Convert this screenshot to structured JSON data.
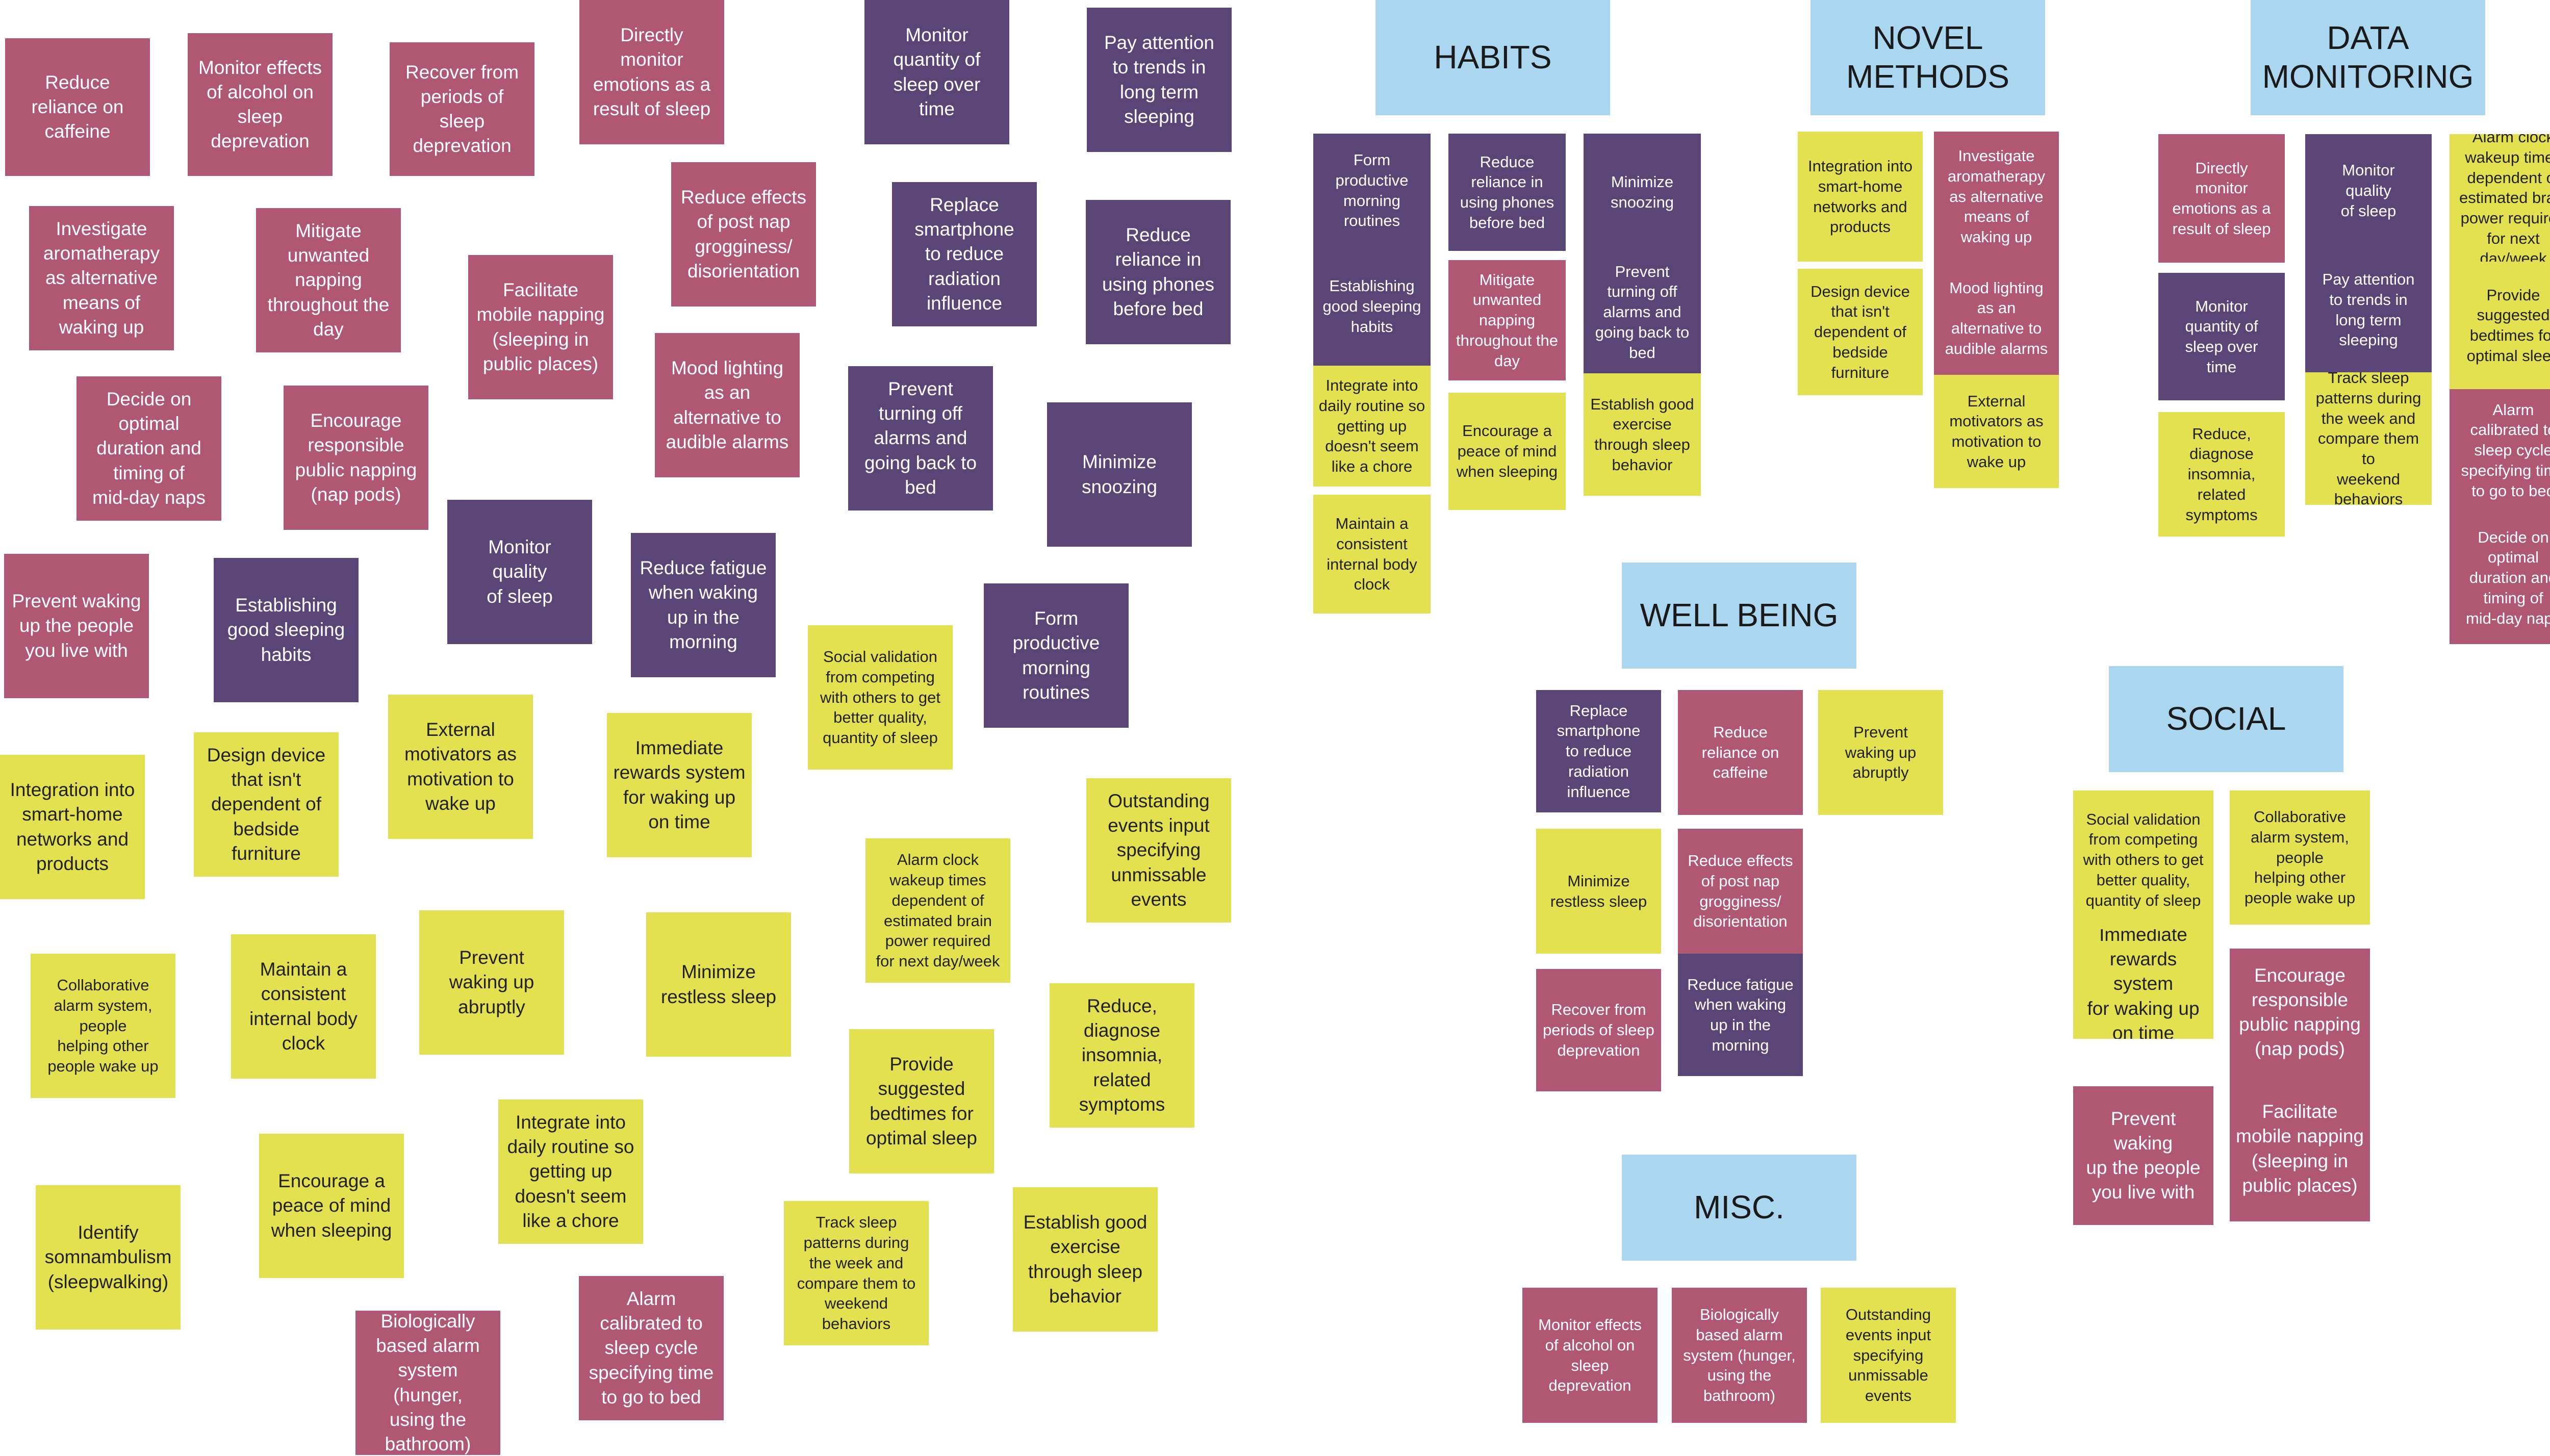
{
  "colors": {
    "pink": "#b05873",
    "purple": "#5a4577",
    "yellow": "#e4e150",
    "header": "#abd6ef"
  },
  "unsorted_notes": [
    "Reduce\nreliance on\ncaffeine",
    "Monitor effects\nof alcohol on\nsleep\ndeprevation",
    "Recover from\nperiods of sleep\ndeprevation",
    "Directly\nmonitor\nemotions as a\nresult of sleep",
    "Monitor\nquantity of\nsleep over\ntime",
    "Pay attention\nto trends in\nlong term\nsleeping",
    "Investigate\naromatherapy\nas alternative\nmeans of\nwaking up",
    "Mitigate\nunwanted\nnapping\nthroughout the\nday",
    "Facilitate\nmobile napping\n(sleeping in\npublic places)",
    "Reduce effects\nof post nap\ngrogginess/\ndisorientation",
    "Replace\nsmartphone\nto reduce\nradiation\ninfluence",
    "Reduce\nreliance in\nusing phones\nbefore bed",
    "Decide on\noptimal\nduration and\ntiming of\nmid-day naps",
    "Encourage\nresponsible\npublic napping\n(nap pods)",
    "Mood lighting\nas an\nalternative to\naudible alarms",
    "Prevent\nturning off\nalarms and\ngoing back to\nbed",
    "Minimize\nsnoozing",
    "Monitor\nquality\nof sleep",
    "Reduce fatigue\nwhen waking\nup in the\nmorning",
    "Prevent waking\nup the people\nyou live with",
    "Establishing\ngood sleeping\nhabits",
    "Form\nproductive\nmorning\nroutines",
    "Social validation\nfrom competing\nwith others to get\nbetter quality,\nquantity of sleep",
    "External\nmotivators as\nmotivation to\nwake up",
    "Immediate\nrewards system\nfor waking up\non time",
    "Outstanding\nevents input\nspecifying\nunmissable\nevents",
    "Integration into\nsmart-home\nnetworks and\nproducts",
    "Design device\nthat isn't\ndependent of\nbedside\nfurniture",
    "Alarm clock\nwakeup times\ndependent of\nestimated brain\npower required\nfor next day/week",
    "Collaborative\nalarm system,\npeople\nhelping other\npeople wake up",
    "Maintain a\nconsistent\ninternal body\nclock",
    "Prevent\nwaking up\nabruptly",
    "Minimize\nrestless sleep",
    "Provide\nsuggested\nbedtimes for\noptimal sleep",
    "Reduce,\ndiagnose\ninsomnia,\nrelated\nsymptoms",
    "Integrate into\ndaily routine so\ngetting up\ndoesn't seem\nlike a chore",
    "Encourage a\npeace of mind\nwhen sleeping",
    "Identify\nsomnambulism\n(sleepwalking)",
    "Track sleep\npatterns during\nthe week and\ncompare them to\nweekend\nbehaviors",
    "Establish good\nexercise\nthrough sleep\nbehavior",
    "Alarm\ncalibrated to\nsleep cycle\nspecifying time\nto go to bed",
    "Biologically\nbased alarm\nsystem (hunger,\nusing the\nbathroom)"
  ],
  "categories": {
    "habits": {
      "title": "HABITS",
      "notes": [
        "Form\nproductive\nmorning\nroutines",
        "Establishing\ngood sleeping\nhabits",
        "Integrate into\ndaily routine so\ngetting up\ndoesn't seem\nlike a chore",
        "Maintain a\nconsistent\ninternal body\nclock",
        "Reduce\nreliance in\nusing phones\nbefore bed",
        "Mitigate\nunwanted\nnapping\nthroughout the\nday",
        "Encourage a\npeace of mind\nwhen sleeping",
        "Minimize\nsnoozing",
        "Prevent\nturning off\nalarms and\ngoing back to\nbed",
        "Establish good\nexercise\nthrough sleep\nbehavior"
      ]
    },
    "novel_methods": {
      "title": "NOVEL\nMETHODS",
      "notes": [
        "Integration into\nsmart-home\nnetworks and\nproducts",
        "Design device\nthat isn't\ndependent of\nbedside\nfurniture",
        "Investigate\naromatherapy\nas alternative\nmeans of\nwaking up",
        "Mood lighting\nas an\nalternative to\naudible alarms",
        "External\nmotivators as\nmotivation to\nwake up"
      ]
    },
    "data_monitoring": {
      "title": "DATA\nMONITORING",
      "notes": [
        "Directly\nmonitor\nemotions as a\nresult of sleep",
        "Monitor\nquantity of\nsleep over\ntime",
        "Reduce,\ndiagnose\ninsomnia,\nrelated\nsymptoms",
        "Monitor\nquality\nof sleep",
        "Pay attention\nto trends in\nlong term\nsleeping",
        "Track sleep\npatterns during\nthe week and\ncompare them to\nweekend\nbehaviors",
        "Alarm clock\nwakeup times\ndependent of\nestimated brain\npower required\nfor next day/week",
        "Provide\nsuggested\nbedtimes for\noptimal sleep",
        "Alarm\ncalibrated to\nsleep cycle\nspecifying time\nto go to bed",
        "Decide on\noptimal\nduration and\ntiming of\nmid-day naps"
      ]
    },
    "well_being": {
      "title": "WELL BEING",
      "notes": [
        "Replace\nsmartphone\nto reduce\nradiation\ninfluence",
        "Minimize\nrestless sleep",
        "Recover from\nperiods of sleep\ndeprevation",
        "Reduce\nreliance on\ncaffeine",
        "Reduce effects\nof post nap\ngrogginess/\ndisorientation",
        "Reduce fatigue\nwhen waking\nup in the\nmorning",
        "Prevent\nwaking up\nabruptly"
      ]
    },
    "social": {
      "title": "SOCIAL",
      "notes": [
        "Social validation\nfrom competing\nwith others to get\nbetter quality,\nquantity of sleep",
        "Immediate\nrewards system\nfor waking up\non time",
        "Prevent waking\nup the people\nyou live with",
        "Collaborative\nalarm system,\npeople\nhelping other\npeople wake up",
        "Encourage\nresponsible\npublic napping\n(nap pods)",
        "Facilitate\nmobile napping\n(sleeping in\npublic places)"
      ]
    },
    "misc": {
      "title": "MISC.",
      "notes": [
        "Monitor effects\nof alcohol on\nsleep\ndeprevation",
        "Biologically\nbased alarm\nsystem (hunger,\nusing the\nbathroom)",
        "Outstanding\nevents input\nspecifying\nunmissable\nevents"
      ]
    }
  }
}
